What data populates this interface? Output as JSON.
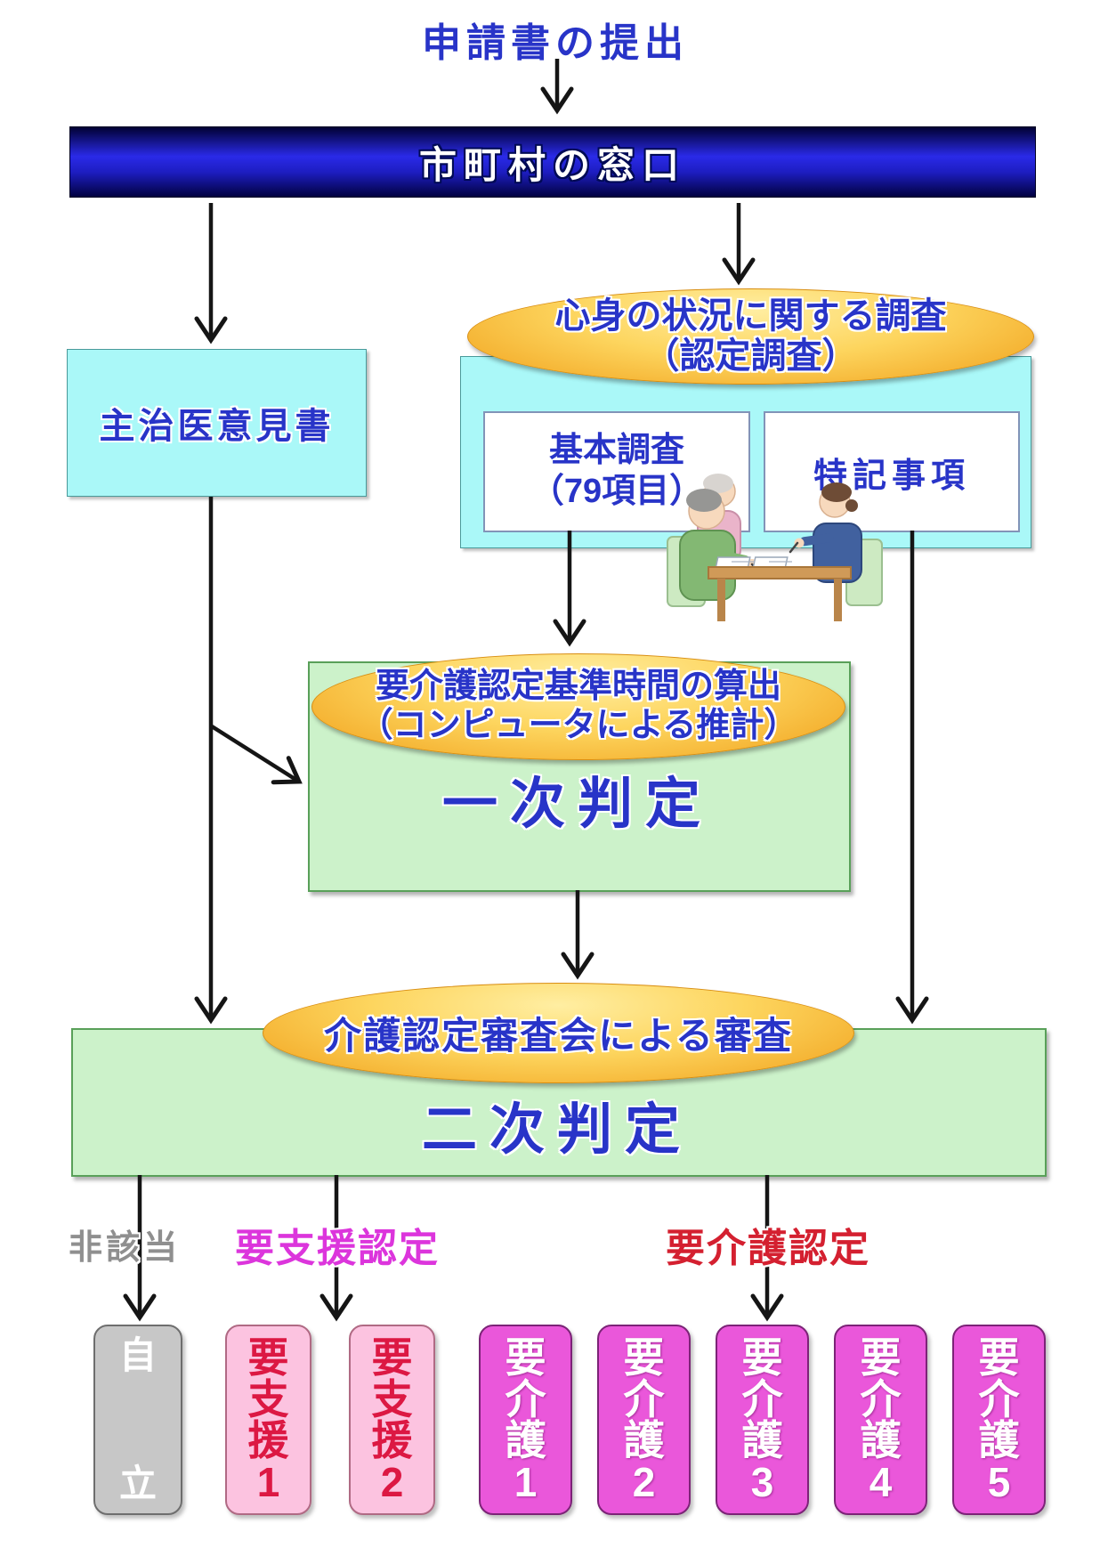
{
  "flow": {
    "title": "申請書の提出",
    "municipality_bar": "市町村の窓口",
    "doctor_box": "主治医意見書",
    "survey_oval": {
      "line1": "心身の状況に関する調査",
      "line2": "（認定調査）"
    },
    "basic_survey_box": {
      "line1": "基本調査",
      "line2": "（79項目）"
    },
    "special_notes_box": "特記事項",
    "calc_oval": {
      "line1": "要介護認定基準時間の算出",
      "line2": "（コンピュータによる推計）"
    },
    "primary_box": "一次判定",
    "review_oval": "介護認定審査会による審査",
    "secondary_box": "二次判定"
  },
  "outcomes": {
    "not_applicable_label": "非該当",
    "support_label": "要支援認定",
    "care_label": "要介護認定",
    "pills": [
      {
        "text": "自立",
        "style": "gray"
      },
      {
        "text": "要支援1",
        "style": "pink"
      },
      {
        "text": "要支援2",
        "style": "pink"
      },
      {
        "text": "要介護1",
        "style": "magenta"
      },
      {
        "text": "要介護2",
        "style": "magenta"
      },
      {
        "text": "要介護3",
        "style": "magenta"
      },
      {
        "text": "要介護4",
        "style": "magenta"
      },
      {
        "text": "要介護5",
        "style": "magenta"
      }
    ]
  },
  "colors": {
    "accent_blue_text": "#2834c8",
    "bar_blue": "#2a2ae8",
    "cyan_box": "#aaf8f8",
    "green_box": "#ccf2ca",
    "oval_orange": "#f0a01c",
    "pill_gray": "#c7c7c7",
    "pill_pink": "#fcc3e0",
    "pill_magenta": "#ea57da",
    "label_gray": "#8f8f8f",
    "label_magenta": "#dc35dc",
    "label_red": "#d42030"
  },
  "illustration": {
    "name": "interview-scene"
  }
}
